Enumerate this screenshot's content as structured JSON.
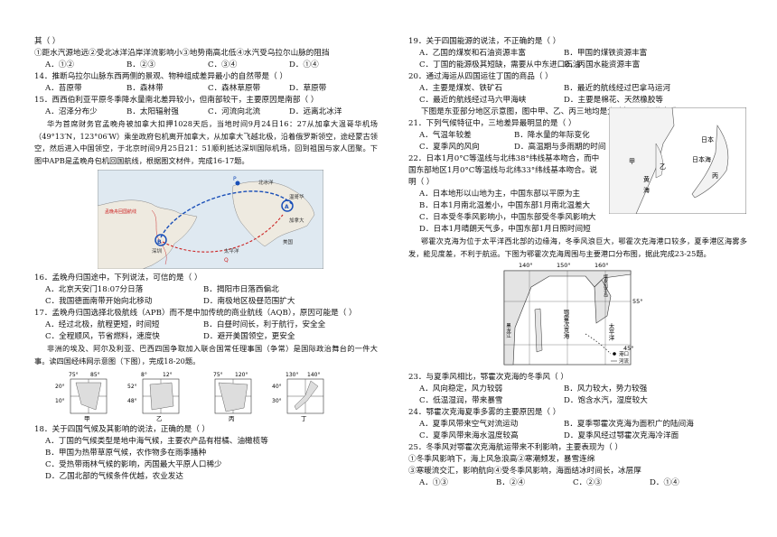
{
  "left": {
    "q13_tail": {
      "l1": "其（  ）",
      "l2": "①距水汽源地远②受北冰洋沿岸洋流影响小③地势南高北低④水汽受乌拉尔山脉的阻挡",
      "opts": [
        "A．①②",
        "B．②③",
        "C．③④",
        "D．①④"
      ]
    },
    "q14": {
      "stem": "14．推断乌拉尔山脉东西两侧的景观、物种组成差异最小的自然带是（  ）",
      "opts": [
        "A．苔原带",
        "B．森林带",
        "C．森林草原带",
        "D．草原带"
      ]
    },
    "q15": {
      "stem": "15．西西伯利亚平原冬季降水量南北差异较小，但南部较干，主要原因是南部（  ）",
      "opts": [
        "A．沼泽分布少",
        "B．太阳辐射强",
        "C．河流向北流",
        "D．远离北冰洋"
      ]
    },
    "passage1": "华为首席财务官孟晚舟被加拿大扣押1028天后，当地时间9月24日16：27从加拿大温哥华机场（49°13′N，123°06′W）乘坐政府包机离开加拿大，从加拿大飞越北极，沿着俄罗斯领空，途经蒙古领空，然后进入中国领空，于北京时间9月25日21：51顺利抵达深圳国际机场，回到祖国与家人团聚。下图中APB是孟晚舟包机回国航线，根据图文材件，完成16-17题。",
    "map1": {
      "label_arctic": "北冰洋",
      "label_vancouver": "温哥华",
      "label_canada": "加拿大",
      "label_usa": "美国",
      "label_shenzhen": "深圳",
      "label_pacific": "太平洋",
      "label_route": "孟晚舟回国航线",
      "label_A": "A",
      "label_B": "B",
      "label_Q": "Q",
      "label_P": "P"
    },
    "q16": {
      "stem": "16．孟晚舟归国途中，下列说法，可信的是（  ）",
      "opts": [
        "A．北京天安门18:07分日落",
        "B．揭阳市日落西偏北",
        "C．我国德面南带开始向北移动",
        "D．南极地区极昼范围扩大"
      ]
    },
    "q17": {
      "stem": "17．孟晚舟归国选择北极航线（APB）而不是中加传统的商业航线（AQB），原因可能是（  ）",
      "opts": [
        "A．经过北极，航程更短，时间短",
        "B．白昼时间长，利于航行，安全全",
        "C．全程顺风，节省燃料，速度快",
        "D．避开美国领空，更安全"
      ]
    },
    "passage2": "非洲的埃及、阿尔及利亚、巴西四国争取加入联合国常任理事国（争常）是国际政治舞台的一件大事。读四国经纬网示意图（下图），完成18-20题。",
    "grids": [
      {
        "name": "甲",
        "top_left": "75°",
        "top_right": "85°",
        "lat1": "20°",
        "lat2": "10°"
      },
      {
        "name": "乙",
        "top_left": "8°",
        "top_right": "12°",
        "lat1": "52°",
        "lat2": "48°"
      },
      {
        "name": "丙",
        "top_left": "75°",
        "top_right": "120°",
        "lat1": "",
        "lat2": ""
      },
      {
        "name": "丁",
        "top_left": "130°",
        "top_right": "140°",
        "lat1": "40°",
        "lat2": "30°"
      }
    ],
    "q18": {
      "stem": "18．关于四国气候及其影响的说法，正确的是（  ）",
      "opts": [
        "A．丁国的气候类型是地中海气候，主要农产品有柑橘、油橄榄等",
        "B．甲国为热带草原气候，农作物多在雨季播种",
        "C．受热带雨林气候的影响，丙国最大平原人口稀少",
        "D．乙国北部的气候条件优越，农业发达"
      ]
    }
  },
  "right": {
    "q19": {
      "stem": "19．关于四国能源的说法，不正确的是（  ）",
      "opts": [
        "A．乙国的煤炭和石油资源丰富",
        "B．甲国的煤铁资源丰富",
        "C．丁国的能源极其短缺，需要从中东进口石油",
        "D．丙国水能资源丰富"
      ]
    },
    "q20": {
      "stem": "20．通过海运从四国运往丁国的商品（  ）",
      "opts": [
        "A．主要是煤炭、铁矿石",
        "B．最近的航线经过巴拿马运河",
        "C．最近的航线经过马六甲海峡",
        "D．主要是棉花、天然橡胶等"
      ]
    },
    "passage3": "下图是东亚部分地区示意图，图中甲、乙、丙三地均是大致相同，据此完成21-22题。",
    "q21": {
      "stem": "21．下列气候特征中，三地差异最明显的是（  ）",
      "opts": [
        "A．气温年较差",
        "B．降水量的年际变化",
        "C．夏季风的风向",
        "D．高温期与多雨期的时间"
      ]
    },
    "q22": {
      "stem1": "22．日本1月0°C等温线与北纬38°纬线基本吻合，而中",
      "stem2": "国东部地区1月0°C等温线与北纬33°纬线基本吻合。说",
      "stem3": "明（  ）",
      "opts": [
        "A．日本地形以山地为主，中国东部以平原为主",
        "B．日本1月南北温差小，中国东部1月南北温差大",
        "C．日本受冬季风影响小，中国东部受冬季风影响大",
        "D．日本1月晴朗天气多，中国东部1月日照时间短"
      ]
    },
    "map2": {
      "label_japan": "日本",
      "label_sea": "日本海",
      "label_jia": "甲",
      "label_yi": "乙",
      "label_bing": "丙",
      "label_huang": "黄",
      "label_hai": "海"
    },
    "passage4": "鄂霍次克海为位于太平洋西北部的边缘海，冬季风浪巨大，鄂霍次克海港口较多，夏季港区海雾多发，能见度差，不利于航运。下图为鄂霍次克海周围与主要港口分布图，据此完成23-25题。",
    "map3": {
      "lon1": "140°",
      "lon2": "150°",
      "lon3": "160°",
      "lat1": "55°",
      "lat2": "45°",
      "label_okhotsk": "鄂霍次克海",
      "label_pacific": "太平洋",
      "label_peninsula": "堪察加半岛",
      "label_river1": "黑龙江",
      "legend_port": "港口",
      "legend_river": "河流"
    },
    "q23": {
      "stem": "23．与夏季风相比，鄂霍次克海的冬季风（  ）",
      "opts": [
        "A．风向稳定，风力较弱",
        "B．风力较大，势力较强",
        "C．低温湿润，带来暴雪",
        "D．饱含水汽，湿度较大"
      ]
    },
    "q24": {
      "stem": "24．鄂霍次克海夏季多雾的主要原因是（  ）",
      "opts": [
        "A．夏季风带来空气对流运动",
        "B．夏季鄂霍次克海为面积广的陆间海",
        "C．夏季风带来海水温度较高",
        "D．夏季风经过鄂霍次克海冷洋面"
      ]
    },
    "q25": {
      "stem": "25．冬季风对鄂霍次克海航运带来不利影响，主要表现为（  ）",
      "l1": "①冬季风影响下，海上风急浪高②寒潮频发，暴雪连绵",
      "l2": "③寒暖流交汇，影响航向④受冬季风影响，海面结冰时间长，冰层厚",
      "opts": [
        "A．①③",
        "B．②④",
        "C．②③",
        "D．①④"
      ]
    }
  }
}
